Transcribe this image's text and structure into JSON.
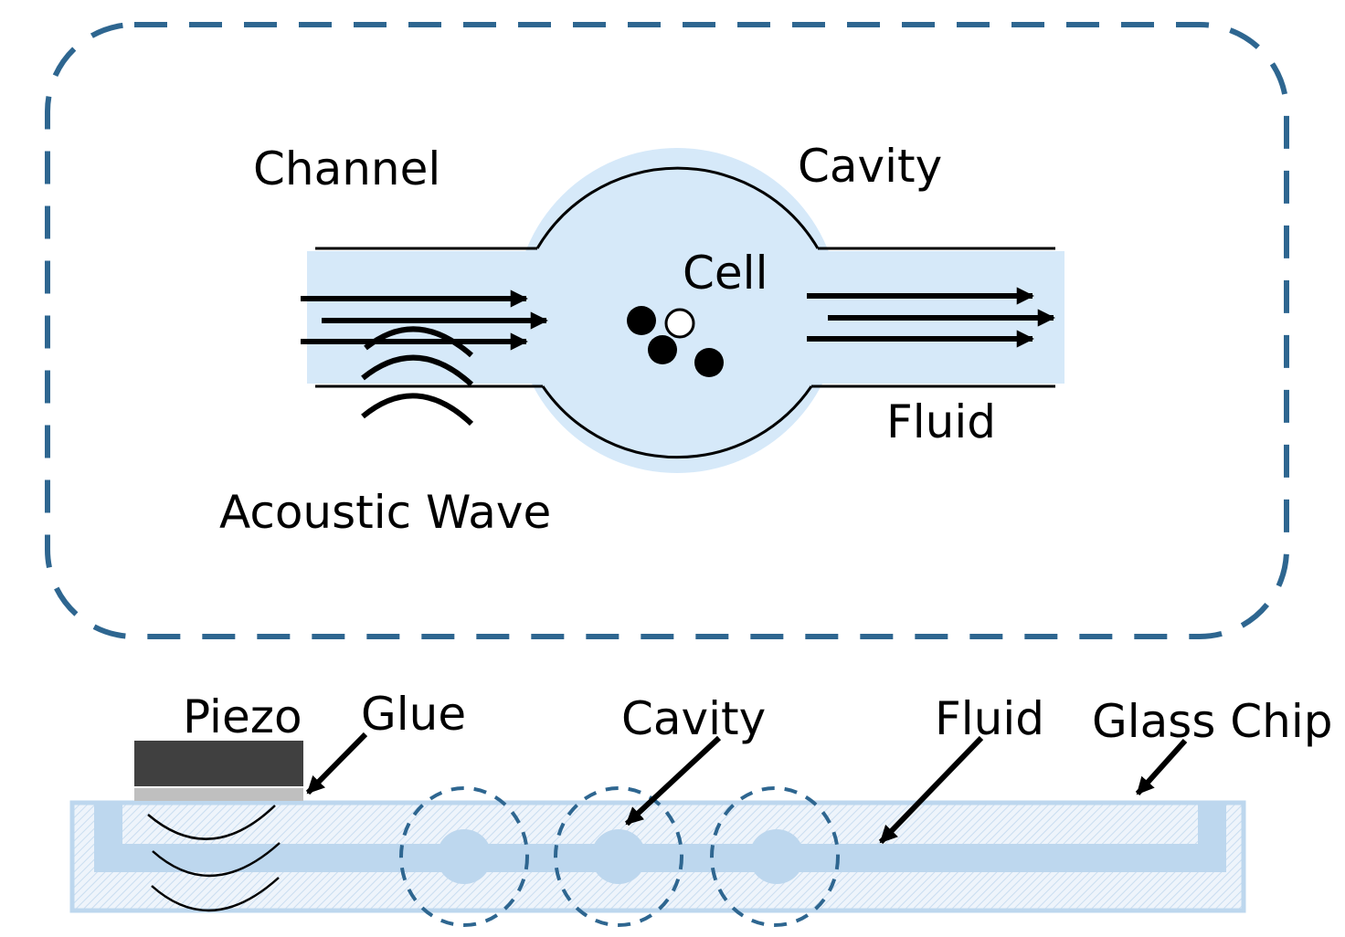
{
  "colors": {
    "frame": "#2e6690",
    "channel_fill": "#d6e9f9",
    "chip_fill": "#bdd7ee",
    "piezo": "#404040",
    "glue": "#bfbfbf",
    "ink": "#000000"
  },
  "top_view": {
    "labels": {
      "channel": "Channel",
      "cavity": "Cavity",
      "cell": "Cell",
      "fluid": "Fluid",
      "acoustic_wave": "Acoustic Wave"
    },
    "cells": {
      "filled_count": 3,
      "hollow_count": 1
    },
    "inlet_flow_arrows": 3,
    "outlet_flow_arrows": 3,
    "acoustic_arcs": 3
  },
  "side_view": {
    "labels": {
      "piezo": "Piezo",
      "glue": "Glue",
      "cavity": "Cavity",
      "fluid": "Fluid",
      "glass_chip": "Glass Chip"
    },
    "cavity_count": 3,
    "acoustic_arcs": 3
  }
}
